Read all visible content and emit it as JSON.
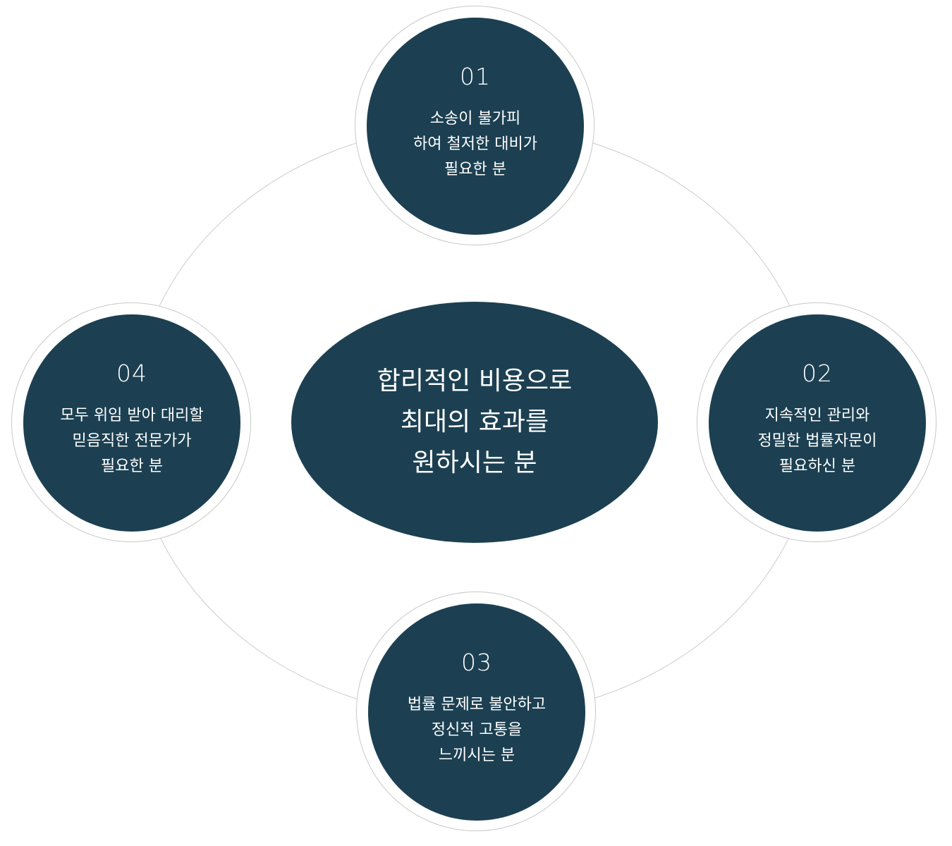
{
  "colors": {
    "node_fill": "#1c4052",
    "ring_stroke": "#cccccc",
    "text": "#ffffff"
  },
  "center": {
    "lines": [
      "합리적인 비용으로",
      "최대의 효과를",
      "원하시는 분"
    ]
  },
  "nodes": [
    {
      "number": "01",
      "lines": [
        "소송이 불가피",
        "하여 철저한 대비가",
        "필요한 분"
      ]
    },
    {
      "number": "02",
      "lines": [
        "지속적인 관리와",
        "정밀한 법률자문이",
        "필요하신 분"
      ]
    },
    {
      "number": "03",
      "lines": [
        "법률 문제로 불안하고",
        "정신적 고통을",
        "느끼시는 분"
      ]
    },
    {
      "number": "04",
      "lines": [
        "모두 위임 받아 대리할",
        "믿음직한 전문가가",
        "필요한 분"
      ]
    }
  ]
}
